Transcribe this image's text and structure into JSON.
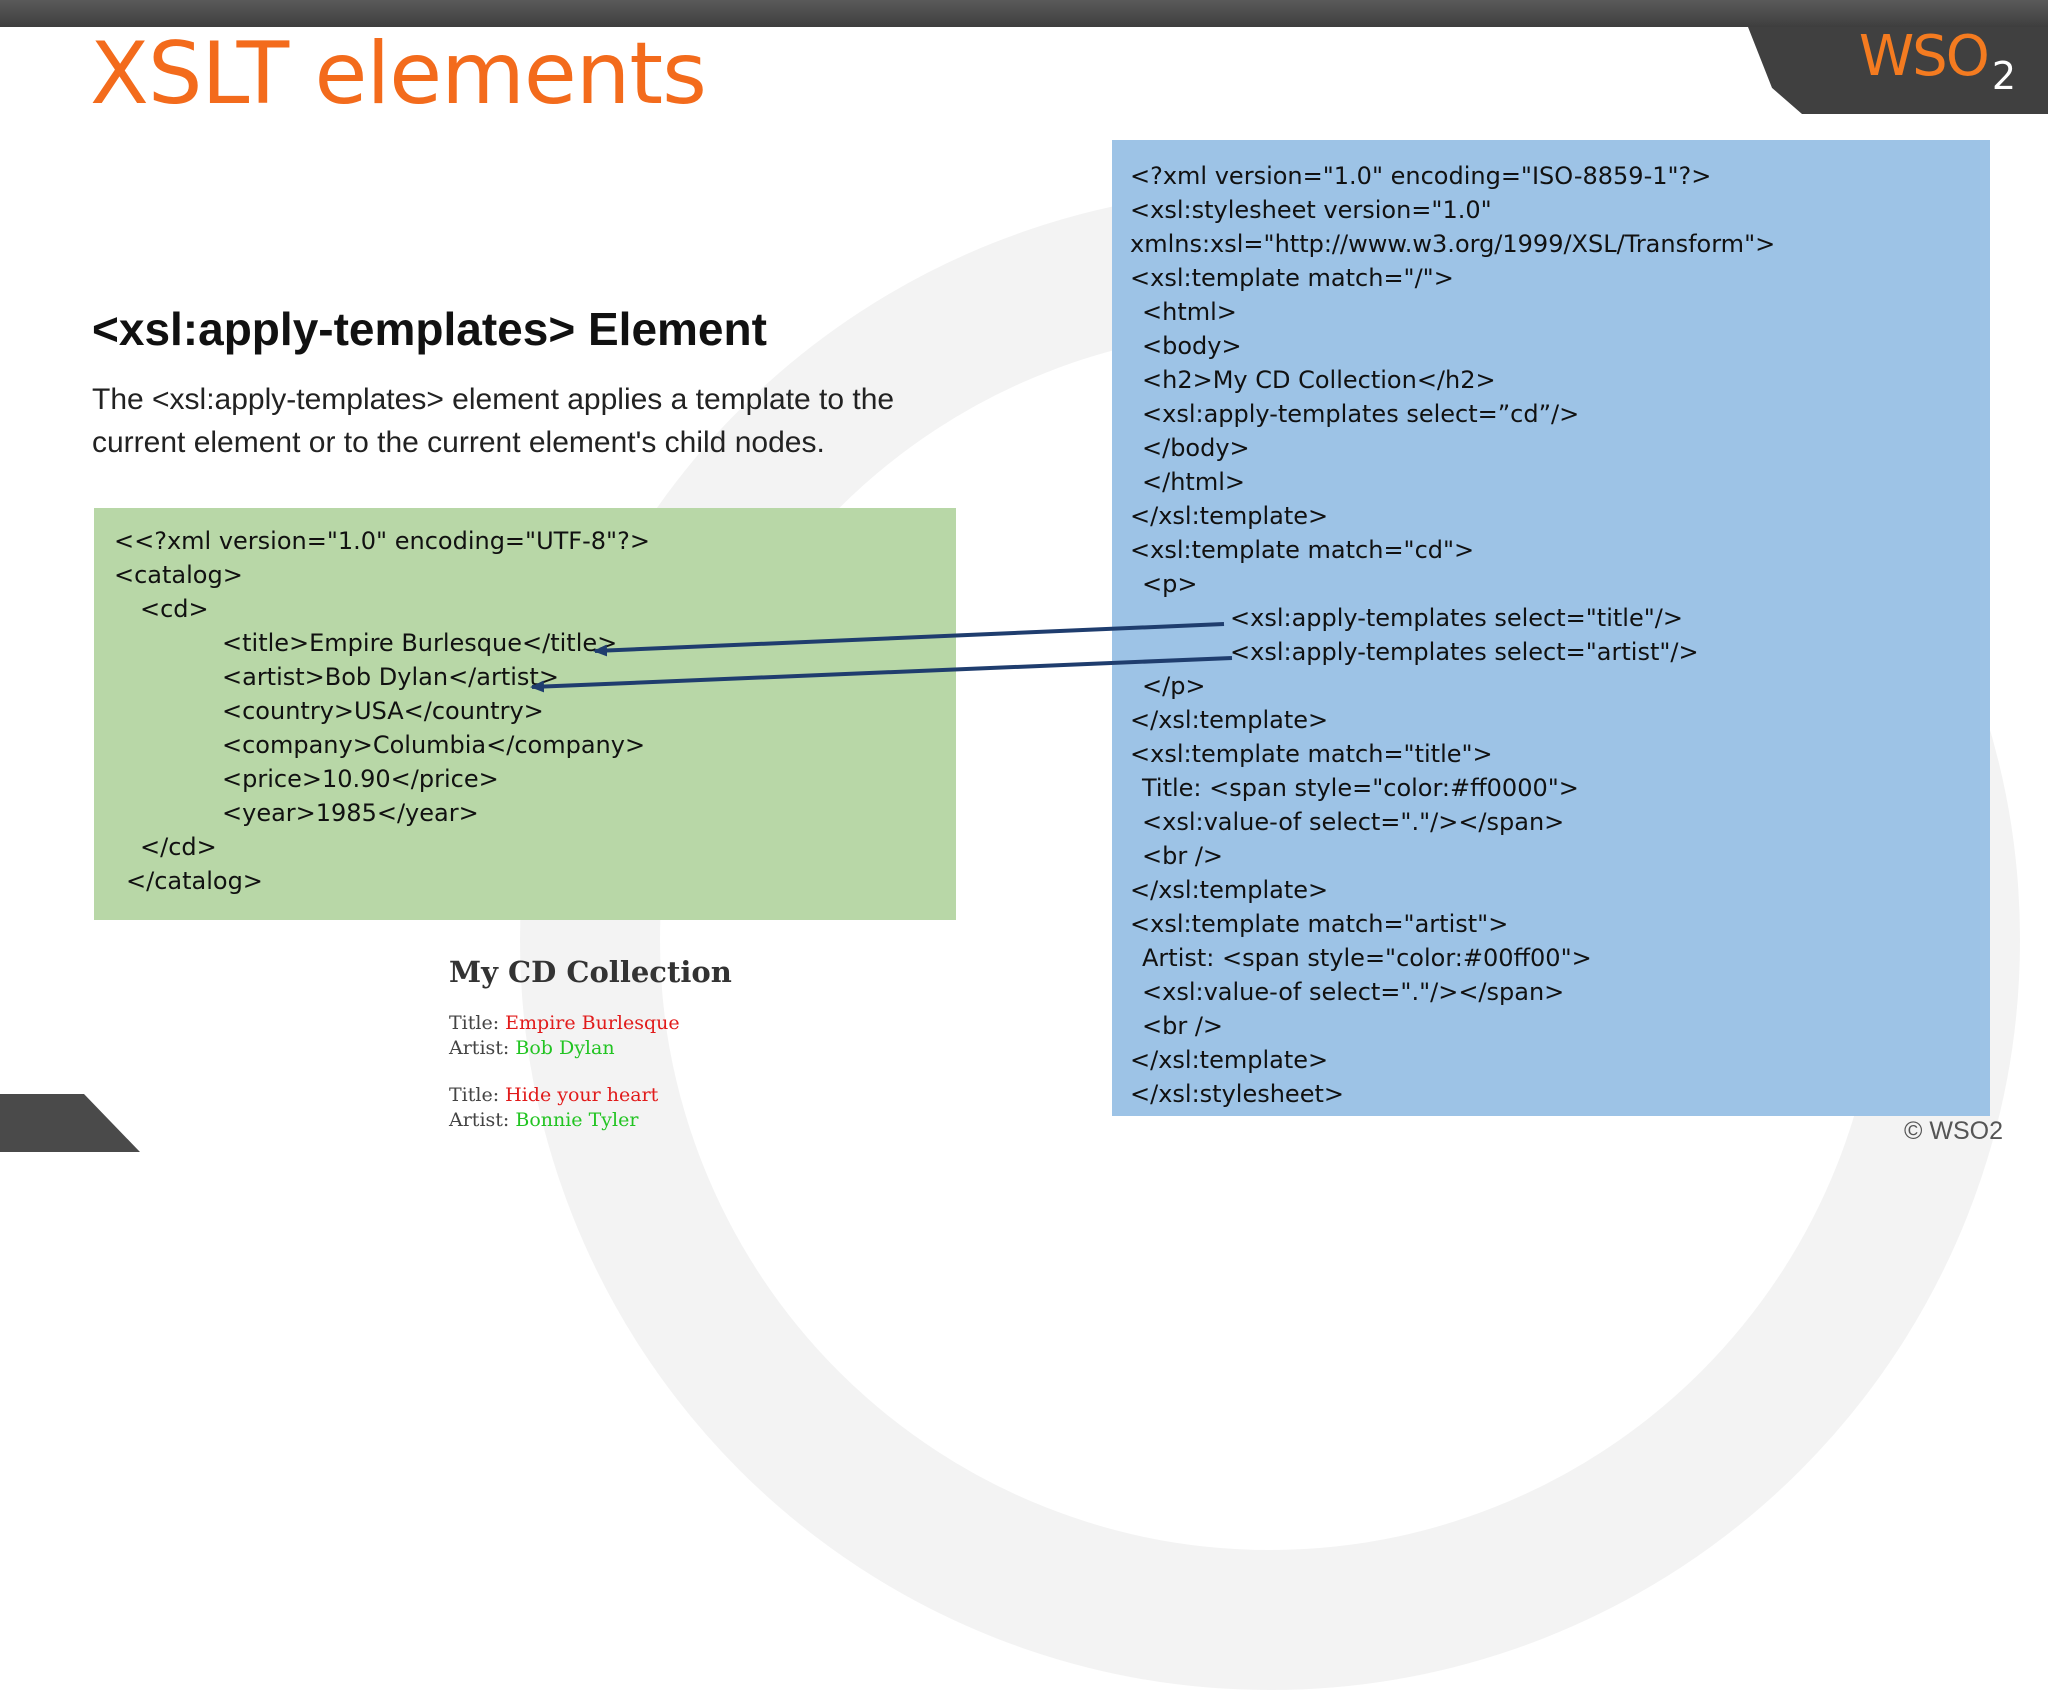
{
  "slide": {
    "title": "XSLT elements",
    "heading": "<xsl:apply-templates> Element",
    "description": "The <xsl:apply-templates> element applies a template to the current element or to the current element's child nodes."
  },
  "xml_source": [
    {
      "text": "<<?xml version=\"1.0\" encoding=\"UTF-8\"?>",
      "indent": 0
    },
    {
      "text": "<catalog>",
      "indent": 0
    },
    {
      "text": "<cd>",
      "indent": 26
    },
    {
      "text": "<title>Empire Burlesque</title>",
      "indent": 108
    },
    {
      "text": "<artist>Bob Dylan</artist>",
      "indent": 108
    },
    {
      "text": "<country>USA</country>",
      "indent": 108
    },
    {
      "text": "<company>Columbia</company>",
      "indent": 108
    },
    {
      "text": "<price>10.90</price>",
      "indent": 108
    },
    {
      "text": "<year>1985</year>",
      "indent": 108
    },
    {
      "text": "</cd>",
      "indent": 26
    },
    {
      "text": "</catalog>",
      "indent": 12
    }
  ],
  "xsl_source": [
    {
      "text": "<?xml version=\"1.0\" encoding=\"ISO-8859-1\"?>",
      "indent": 0
    },
    {
      "text": "<xsl:stylesheet version=\"1.0\"",
      "indent": 0
    },
    {
      "text": "xmlns:xsl=\"http://www.w3.org/1999/XSL/Transform\">",
      "indent": 0
    },
    {
      "text": "<xsl:template match=\"/\">",
      "indent": 0
    },
    {
      "text": "<html>",
      "indent": 12
    },
    {
      "text": "<body>",
      "indent": 12
    },
    {
      "text": "<h2>My CD Collection</h2>",
      "indent": 12
    },
    {
      "text": "<xsl:apply-templates select=”cd”/>",
      "indent": 12
    },
    {
      "text": "</body>",
      "indent": 12
    },
    {
      "text": "</html>",
      "indent": 12
    },
    {
      "text": "</xsl:template>",
      "indent": 0
    },
    {
      "text": "<xsl:template match=\"cd\">",
      "indent": 0
    },
    {
      "text": "<p>",
      "indent": 12
    },
    {
      "text": "<xsl:apply-templates select=\"title\"/>",
      "indent": 100
    },
    {
      "text": "<xsl:apply-templates select=\"artist\"/>",
      "indent": 100
    },
    {
      "text": "</p>",
      "indent": 12
    },
    {
      "text": "</xsl:template>",
      "indent": 0
    },
    {
      "text": "<xsl:template match=\"title\">",
      "indent": 0
    },
    {
      "text": "Title: <span style=\"color:#ff0000\">",
      "indent": 12
    },
    {
      "text": "<xsl:value-of select=\".\"/></span>",
      "indent": 12
    },
    {
      "text": "<br />",
      "indent": 12
    },
    {
      "text": "</xsl:template>",
      "indent": 0
    },
    {
      "text": "<xsl:template match=\"artist\">",
      "indent": 0
    },
    {
      "text": "Artist: <span style=\"color:#00ff00\">",
      "indent": 12
    },
    {
      "text": "<xsl:value-of select=\".\"/></span>",
      "indent": 12
    },
    {
      "text": "<br />",
      "indent": 12
    },
    {
      "text": "</xsl:template>",
      "indent": 0
    },
    {
      "text": "</xsl:stylesheet>",
      "indent": 0
    }
  ],
  "output": {
    "heading": "My CD Collection",
    "entries": [
      {
        "title_label": "Title:",
        "title_value": "Empire Burlesque",
        "artist_label": "Artist:",
        "artist_value": "Bob Dylan"
      },
      {
        "title_label": "Title:",
        "title_value": "Hide your heart",
        "artist_label": "Artist:",
        "artist_value": "Bonnie Tyler"
      }
    ]
  },
  "branding": {
    "logo_main": "WSO",
    "logo_sub": "2",
    "copyright": "© WSO2"
  },
  "colors": {
    "title_orange": "#f36b1c",
    "xml_box_green": "#b8d7a7",
    "xsl_box_blue": "#9dc3e6",
    "arrow_navy": "#1f3d6e",
    "output_red": "#e11b1b",
    "output_green": "#22c422"
  }
}
